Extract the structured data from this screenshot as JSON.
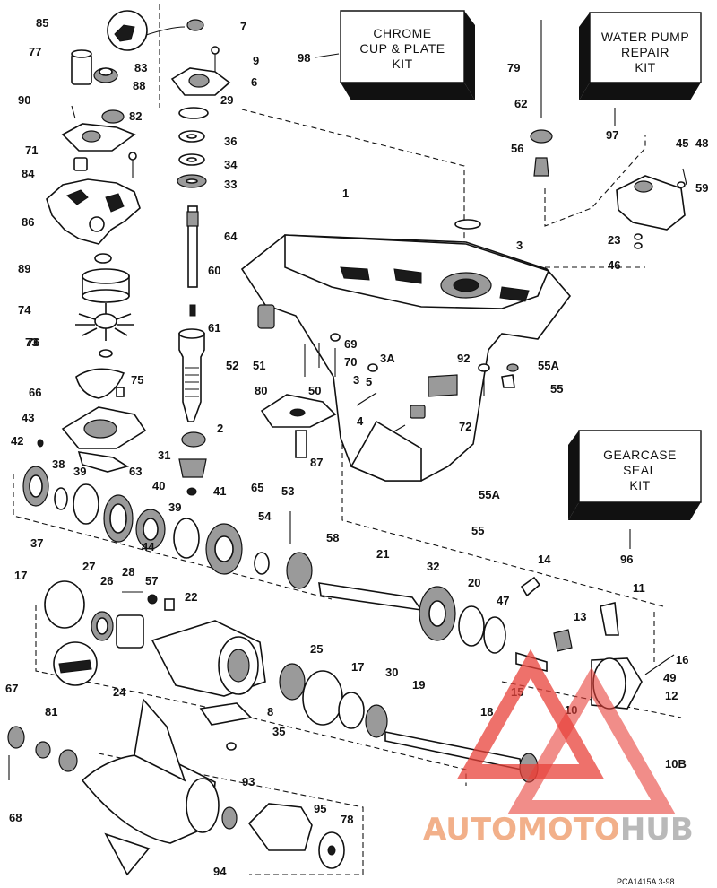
{
  "kits": {
    "chrome": {
      "lines": [
        "CHROME",
        "CUP & PLATE",
        "KIT"
      ],
      "number": "98"
    },
    "water_pump": {
      "lines": [
        "WATER PUMP",
        "REPAIR",
        "KIT"
      ],
      "number": "97"
    },
    "gearcase_seal": {
      "lines": [
        "GEARCASE",
        "SEAL",
        "KIT"
      ],
      "number": "96"
    }
  },
  "callouts": [
    "85",
    "77",
    "83",
    "90",
    "88",
    "82",
    "71",
    "84",
    "86",
    "89",
    "74",
    "76",
    "73",
    "75",
    "66",
    "43",
    "42",
    "38",
    "39",
    "63",
    "40",
    "44",
    "37",
    "7",
    "9",
    "6",
    "29",
    "36",
    "34",
    "33",
    "64",
    "60",
    "61",
    "52",
    "2",
    "31",
    "41",
    "39",
    "1",
    "3",
    "51",
    "69",
    "70",
    "50",
    "80",
    "3A",
    "3",
    "5",
    "4",
    "92",
    "55A",
    "55",
    "72",
    "65",
    "87",
    "79",
    "62",
    "56",
    "45",
    "48",
    "59",
    "23",
    "46",
    "53",
    "54",
    "58",
    "21",
    "32",
    "20",
    "47",
    "14",
    "11",
    "13",
    "55A",
    "55",
    "17",
    "27",
    "26",
    "28",
    "57",
    "22",
    "24",
    "25",
    "17",
    "30",
    "19",
    "15",
    "16",
    "49",
    "12",
    "10",
    "18",
    "10B",
    "8",
    "35",
    "67",
    "81",
    "68",
    "93",
    "95",
    "78",
    "94"
  ],
  "footer": "PCA1415A  3-98",
  "watermark": {
    "auto": "AUTOMOTO",
    "hub": "HUB"
  },
  "colors": {
    "watermark_red": "#e8413a",
    "watermark_orange": "#f2b08a",
    "watermark_grey": "#b9b9b9",
    "ink": "#111111"
  }
}
